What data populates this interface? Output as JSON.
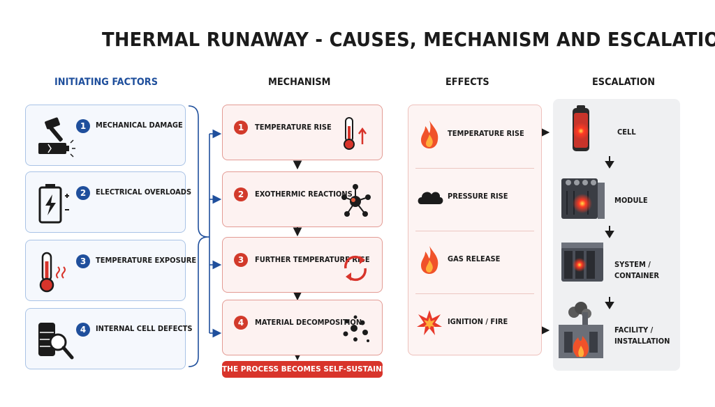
{
  "title": "THERMAL RUNAWAY - CAUSES, MECHANISM AND ESCALATION",
  "columns": {
    "initiating": "INITIATING FACTORS",
    "mechanism": "MECHANISM",
    "effects": "EFFECTS",
    "escalation": "ESCALATION"
  },
  "factors": [
    {
      "num": "1",
      "label": "MECHANICAL DAMAGE",
      "icon": "hammer-battery-icon"
    },
    {
      "num": "2",
      "label": "ELECTRICAL OVERLOADS",
      "icon": "battery-bolt-icon"
    },
    {
      "num": "3",
      "label": "TEMPERATURE EXPOSURE",
      "icon": "thermometer-heat-icon"
    },
    {
      "num": "4",
      "label": "INTERNAL CELL DEFECTS",
      "icon": "magnifier-cell-icon"
    }
  ],
  "mechanism": [
    {
      "num": "1",
      "label": "TEMPERATURE RISE",
      "icon": "thermometer-up-icon"
    },
    {
      "num": "2",
      "label": "EXOTHERMIC REACTIONS",
      "icon": "molecule-icon"
    },
    {
      "num": "3",
      "label": "FURTHER TEMPERATURE RISE",
      "icon": "cycle-arrows-icon"
    },
    {
      "num": "4",
      "label": "MATERIAL DECOMPOSITION",
      "icon": "particles-icon"
    }
  ],
  "sustain": "THE PROCESS BECOMES SELF-SUSTAINING",
  "effects": [
    {
      "label": "TEMPERATURE RISE",
      "icon": "flame-icon"
    },
    {
      "label": "PRESSURE RISE",
      "icon": "cloud-icon"
    },
    {
      "label": "GAS RELEASE",
      "icon": "flame-icon"
    },
    {
      "label": "IGNITION / FIRE",
      "icon": "explosion-icon"
    }
  ],
  "escalation": [
    {
      "line1": "CELL",
      "line2": "",
      "icon": "cell-icon"
    },
    {
      "line1": "MODULE",
      "line2": "",
      "icon": "module-icon"
    },
    {
      "line1": "SYSTEM /",
      "line2": "CONTAINER",
      "icon": "container-icon"
    },
    {
      "line1": "FACILITY /",
      "line2": "INSTALLATION",
      "icon": "facility-fire-icon"
    }
  ],
  "colors": {
    "blue": "#1f4f9c",
    "red": "#d8342b",
    "flame": "#f0522a",
    "dark": "#1b1b1b"
  }
}
